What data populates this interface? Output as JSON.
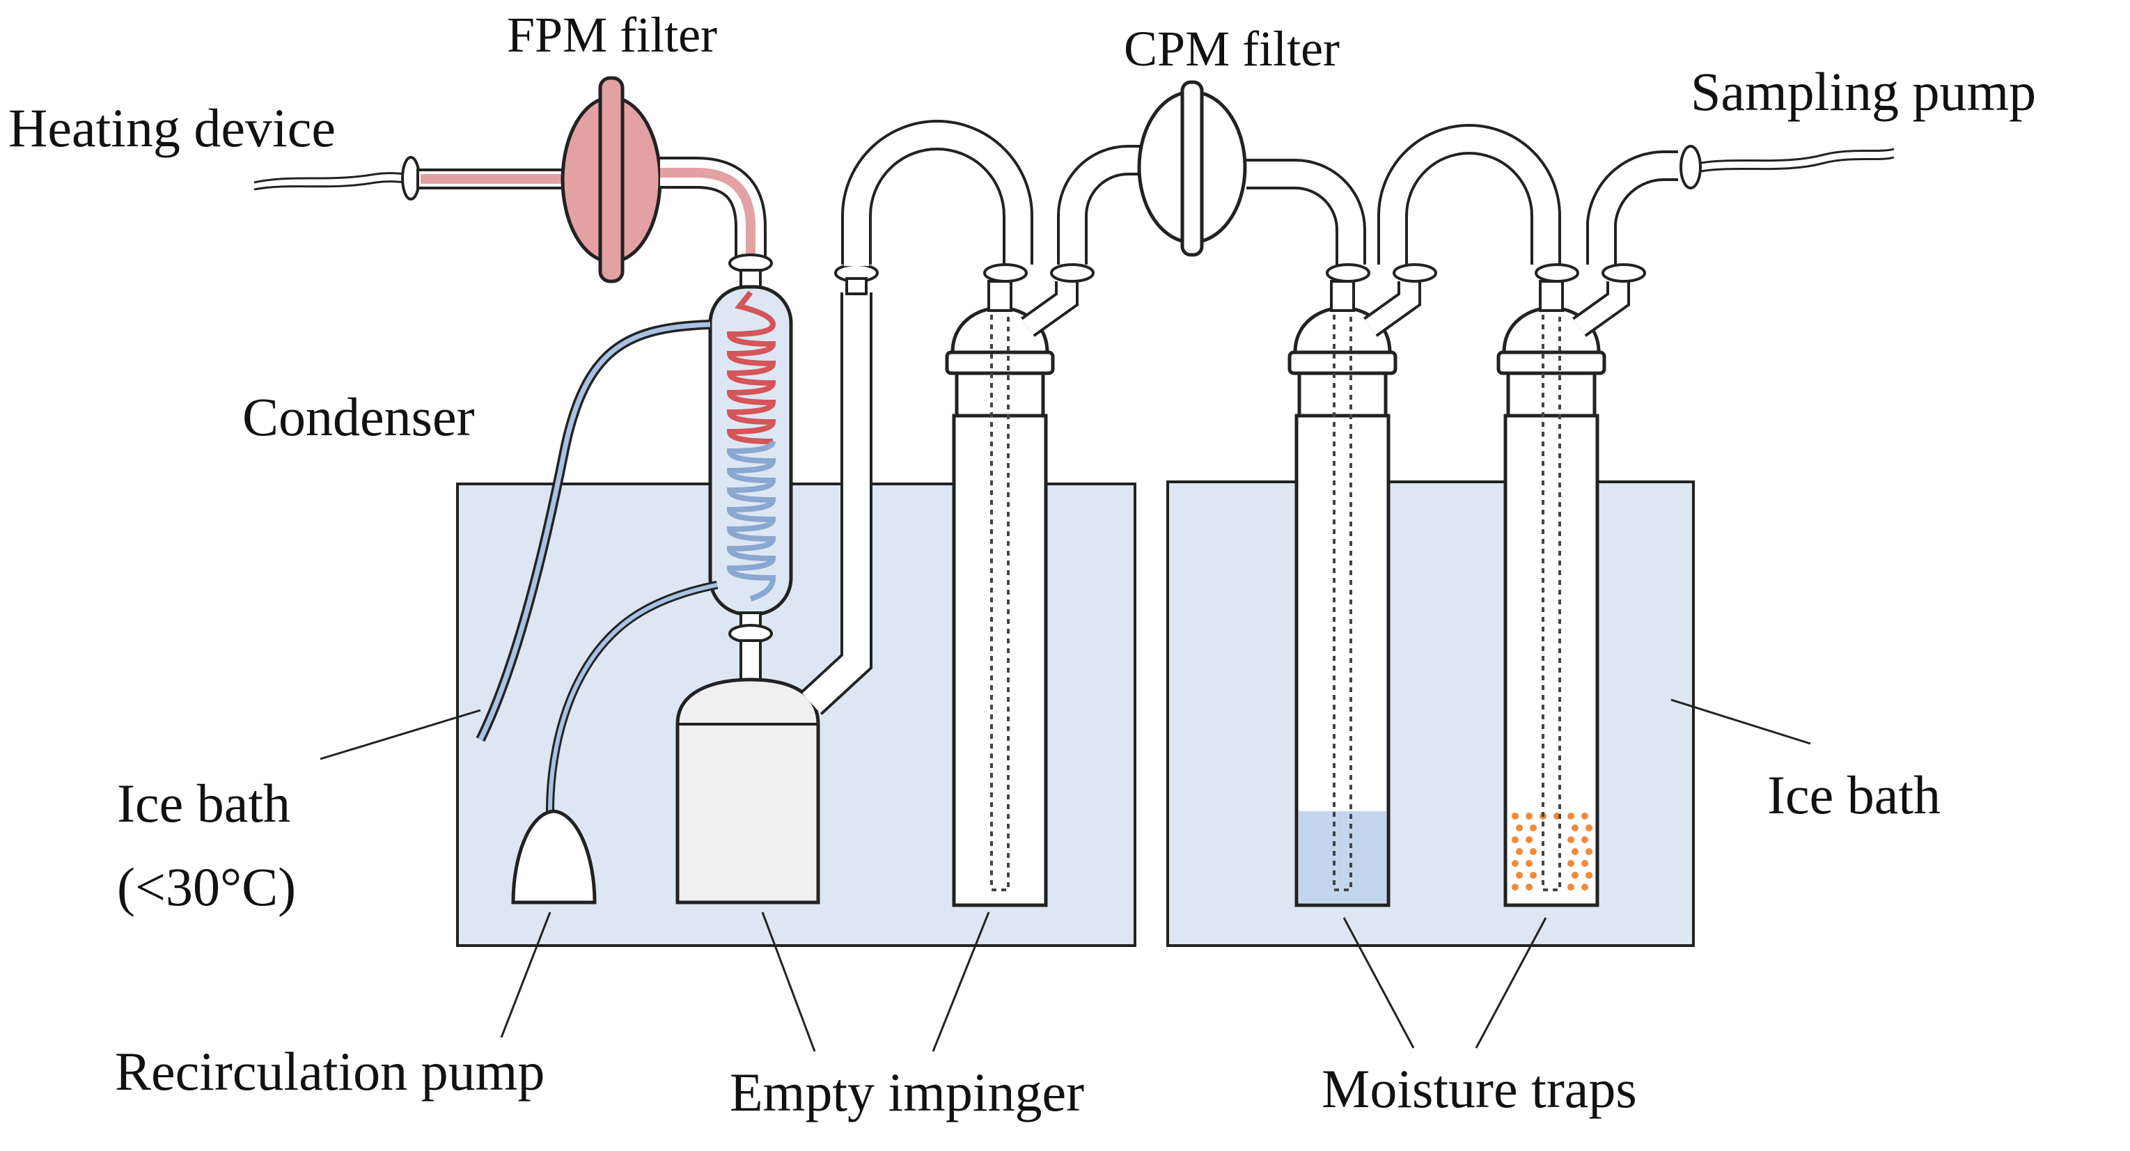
{
  "labels": {
    "fpm_filter": "FPM filter",
    "cpm_filter": "CPM filter",
    "heating_device": "Heating device",
    "sampling_pump": "Sampling pump",
    "condenser": "Condenser",
    "ice_bath_left_line1": "Ice bath",
    "ice_bath_left_line2": "(<30°C)",
    "ice_bath_right": "Ice bath",
    "recirculation_pump": "Recirculation pump",
    "empty_impinger": "Empty impinger",
    "moisture_traps": "Moisture traps"
  },
  "colors": {
    "ice_bath": "#dde7f3",
    "heated_line": "#e3a1a3",
    "coolant_line": "#a9c2e2",
    "coil_hot": "#d4555a",
    "coil_cold": "#8aa7cf",
    "water_level": "#c3d6ee",
    "desiccant": "#f08a3c",
    "vessel_gray": "#f0f0f0"
  }
}
